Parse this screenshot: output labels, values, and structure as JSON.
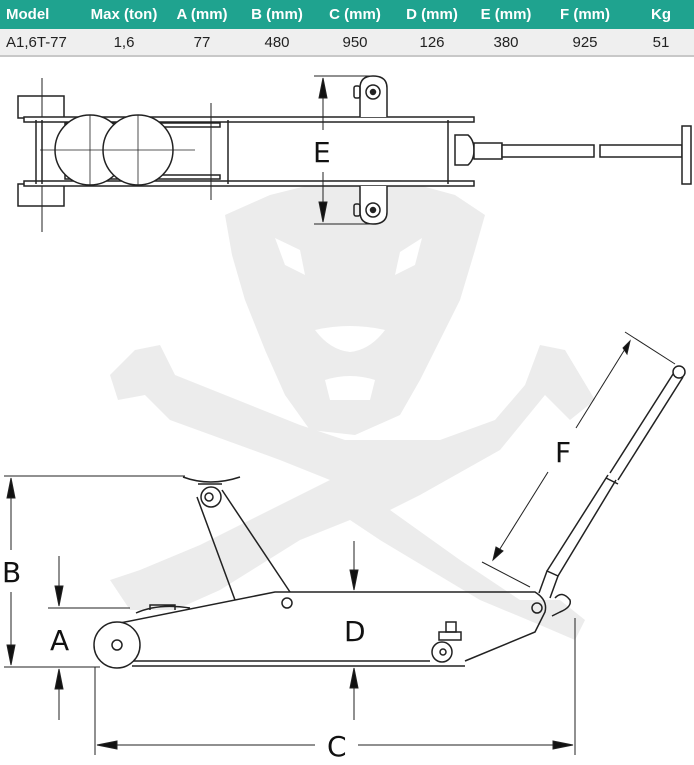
{
  "spec_table": {
    "headers": [
      "Model",
      "Max (ton)",
      "A (mm)",
      "B  (mm)",
      "C (mm)",
      "D (mm)",
      "E (mm)",
      "F (mm)",
      "Kg"
    ],
    "rows": [
      [
        "A1,6T-77",
        "1,6",
        "77",
        "480",
        "950",
        "126",
        "380",
        "925",
        "51"
      ]
    ],
    "header_color": "#1fa38f",
    "row_color": "#efefef"
  },
  "diagram": {
    "top_view": {
      "dimension_labels": {
        "E": "E"
      }
    },
    "side_view": {
      "dimension_labels": {
        "A": "A",
        "B": "B",
        "C": "C",
        "D": "D",
        "F": "F"
      }
    },
    "watermark": "panther-head-crossed-wrenches-logo"
  }
}
